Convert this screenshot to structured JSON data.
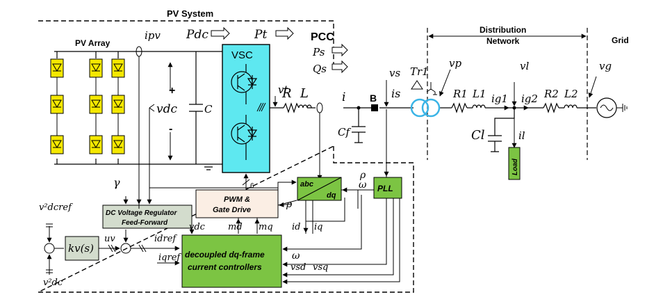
{
  "labels": {
    "pv_system": "PV System",
    "pv_array": "PV Array",
    "vsc": "VSC",
    "pcc": "PCC",
    "bus_b": "B",
    "distribution_network_1": "Distribution",
    "distribution_network_2": "Network",
    "grid": "Grid",
    "load": "Load",
    "plus": "+",
    "minus": "-",
    "six": "6"
  },
  "blocks": {
    "dc_regulator_1": "DC Voltage Regulator",
    "dc_regulator_2": "Feed-Forward",
    "pwm_1": "PWM &",
    "pwm_2": "Gate Drive",
    "abc": "abc",
    "dq": "dq",
    "pll": "PLL",
    "current_ctrl_1": "decoupled dq-frame",
    "current_ctrl_2": "current controllers",
    "kv": "kv(s)"
  },
  "symbols": {
    "ipv": "ipv",
    "pdc": "Pdc",
    "pt": "Pt",
    "ps": "Ps",
    "qs": "Qs",
    "vt": "vt",
    "vs": "vs",
    "vp": "vp",
    "vl": "vl",
    "vg": "vg",
    "R": "R",
    "L": "L",
    "i": "i",
    "is": "is",
    "cf": "Cf",
    "tr1": "Tr1",
    "r1": "R1",
    "l1": "L1",
    "ig1": "ig1",
    "ig2": "ig2",
    "r2": "R2",
    "l2": "L2",
    "cl": "Cl",
    "il": "il",
    "vdc": "vdc",
    "C": "C",
    "gamma": "γ",
    "vdcref2": "v²dcref",
    "vdc2": "v²dc",
    "uv": "uv",
    "idref": "idref",
    "iqref": "iqref",
    "vdc_in": "vdc",
    "md": "md",
    "mq": "mq",
    "id": "id",
    "iq": "iq",
    "rho1": "ρ",
    "rho2": "ρ",
    "omega1": "ω",
    "omega2": "ω",
    "vsd": "vsd",
    "vsq": "vsq"
  },
  "colors": {
    "pv_panel": "#f5e800",
    "vsc": "#5ee8f0",
    "green_block": "#7cc443",
    "dc_reg_block": "#d3dccd",
    "pwm_block": "#fbeee4",
    "kv_block": "#d3dccd",
    "transformer": "#3ab4e6"
  }
}
